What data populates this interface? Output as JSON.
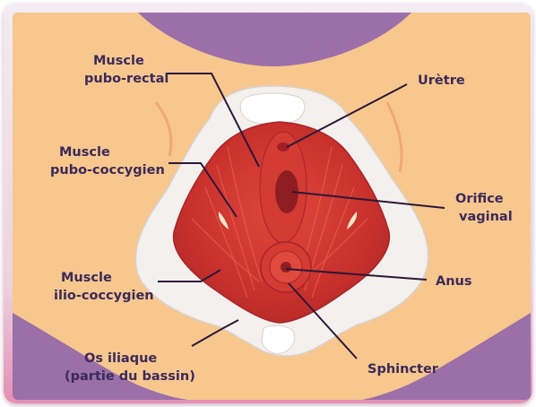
{
  "labels": {
    "pubo_rectal": [
      "Muscle",
      "pubo-rectal"
    ],
    "pubo_coccygien": [
      "Muscle",
      "pubo-coccygien"
    ],
    "ilio_coccygien": [
      "Muscle",
      "ilio-coccygien"
    ],
    "os_iliaque": [
      "Os iliaque",
      "(partie du bassin)"
    ],
    "uretre": [
      "Urètre"
    ],
    "orifice_vaginal": [
      "Orifice",
      "vaginal"
    ],
    "anus": [
      "Anus"
    ],
    "sphincter": [
      "Sphincter"
    ]
  },
  "colors": {
    "skin": "#f7c78e",
    "background": "#9b6fa8",
    "bone": "#f3f0ee",
    "muscle": "#cf3631",
    "muscle_dark": "#a8242a",
    "leader_line": "#2b1838",
    "label_text": "#3b2a5b"
  }
}
